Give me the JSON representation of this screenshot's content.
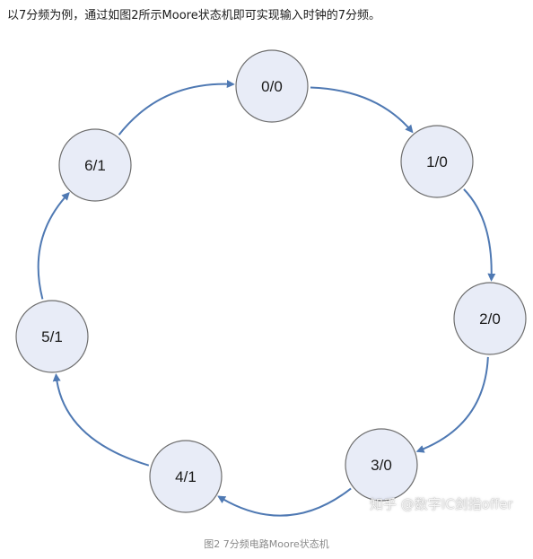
{
  "intro_text": "以7分频为例，通过如图2所示Moore状态机即可实现输入时钟的7分频。",
  "diagram": {
    "nodes": [
      {
        "id": "s0",
        "label": "0/0"
      },
      {
        "id": "s1",
        "label": "1/0"
      },
      {
        "id": "s2",
        "label": "2/0"
      },
      {
        "id": "s3",
        "label": "3/0"
      },
      {
        "id": "s4",
        "label": "4/1"
      },
      {
        "id": "s5",
        "label": "5/1"
      },
      {
        "id": "s6",
        "label": "6/1"
      }
    ],
    "edges": [
      {
        "from": "s0",
        "to": "s1"
      },
      {
        "from": "s1",
        "to": "s2"
      },
      {
        "from": "s2",
        "to": "s3"
      },
      {
        "from": "s3",
        "to": "s4"
      },
      {
        "from": "s4",
        "to": "s5"
      },
      {
        "from": "s5",
        "to": "s6"
      },
      {
        "from": "s6",
        "to": "s0"
      }
    ],
    "colors": {
      "node_fill": "#e8ecf7",
      "node_stroke": "#6e6e6e",
      "edge": "#4f79b3",
      "text": "#1a1a1a"
    }
  },
  "watermark": "知乎 @数字IC剑指offer",
  "caption": "图2 7分频电路Moore状态机"
}
